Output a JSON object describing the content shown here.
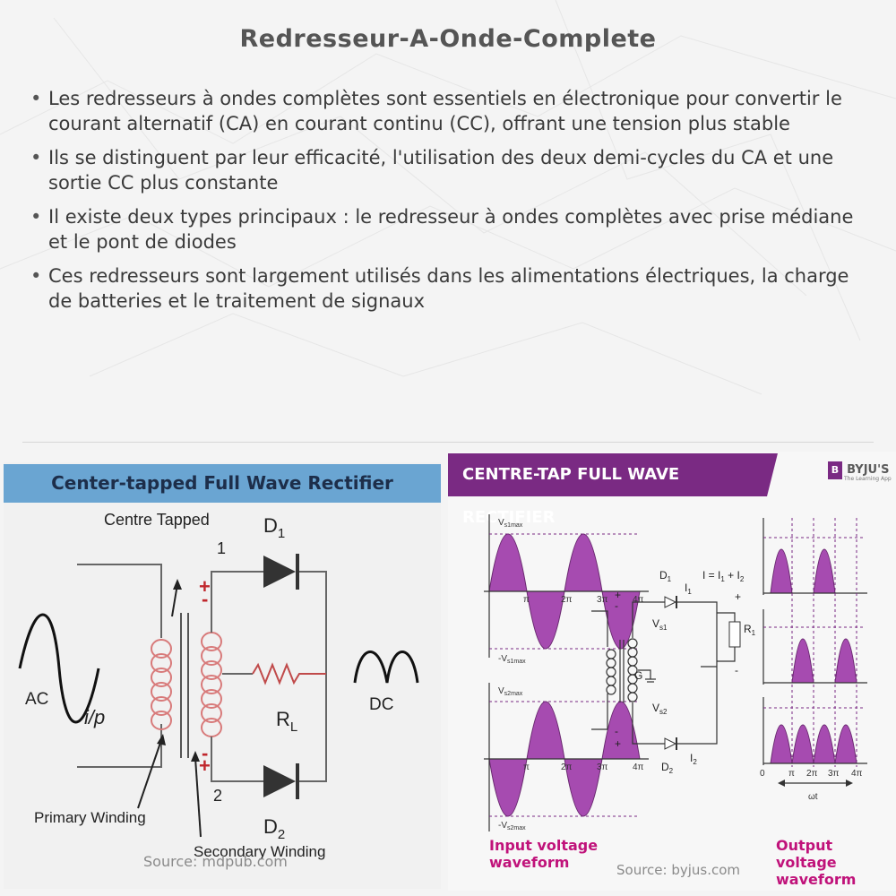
{
  "title": "Redresseur-A-Onde-Complete",
  "bullets": [
    "Les redresseurs à ondes complètes sont essentiels en électronique pour convertir le courant alternatif (CA) en courant continu (CC), offrant une tension plus stable",
    "Ils se distinguent par leur efficacité, l'utilisation des deux demi-cycles du CA et une sortie CC plus constante",
    "Il existe deux types principaux : le redresseur à ondes complètes avec prise médiane et le pont de diodes",
    "Ces redresseurs sont largement utilisés dans les alimentations électriques, la charge de batteries et le traitement de signaux"
  ],
  "left_figure": {
    "banner": "Center-tapped Full Wave Rectifier",
    "centre_tapped": "Centre Tapped",
    "d1": "D",
    "d1_sub": "1",
    "d2": "D",
    "d2_sub": "2",
    "node1": "1",
    "node2": "2",
    "plus": "+",
    "minus": "-",
    "ac": "AC",
    "ip": "i/p",
    "rl": "R",
    "rl_sub": "L",
    "dc": "DC",
    "primary": "Primary Winding",
    "secondary": "Secondary Winding",
    "source": "Source: mdpub.com"
  },
  "right_figure": {
    "banner": "CENTRE-TAP FULL WAVE RECTIFIER",
    "logo_mark": "B",
    "logo_name": "BYJU'S",
    "logo_sub": "The Learning App",
    "input_caption_1": "Input voltage",
    "input_caption_2": "waveform",
    "output_caption_1": "Output voltage",
    "output_caption_2": "waveform",
    "source": "Source: byjus.com",
    "vs1max": "V",
    "vs1max_sub": "s1max",
    "neg_vs1max": "-V",
    "neg_vs1max_sub": "s1max",
    "vs2max": "V",
    "vs2max_sub": "s2max",
    "neg_vs2max": "-V",
    "neg_vs2max_sub": "s2max",
    "tick_pi": "π",
    "tick_2pi": "2π",
    "tick_3pi": "3π",
    "tick_4pi": "4π",
    "tick_0": "0",
    "wt": "ωt",
    "current_eq": "I = I",
    "current_eq_sub1": "1",
    "current_eq_plus": " + I",
    "current_eq_sub2": "2",
    "d1": "D",
    "d1_sub": "1",
    "d2": "D",
    "d2_sub": "2",
    "i1": "I",
    "i1_sub": "1",
    "i2": "I",
    "i2_sub": "2",
    "vs1": "V",
    "vs1_sub": "s1",
    "vs2": "V",
    "vs2_sub": "s2",
    "g": "G",
    "r1": "R",
    "r1_sub": "1",
    "plus": "+",
    "minus": "-"
  },
  "colors": {
    "left_banner": "#6aa5d2",
    "right_banner": "#7a2a83",
    "waveform_fill": "#a64bb0",
    "caption": "#c0127a"
  }
}
